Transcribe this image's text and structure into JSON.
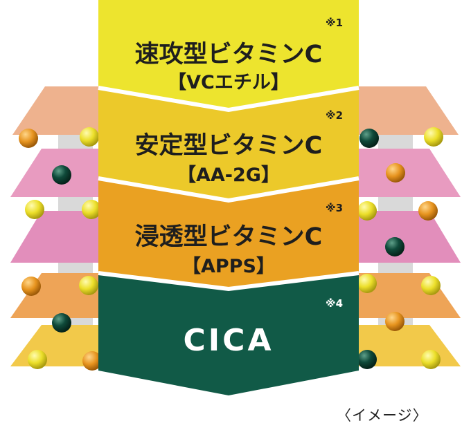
{
  "colors": {
    "layer_peach": "#eeb28e",
    "layer_pink": "#e89bc0",
    "layer_pink2": "#e28ebb",
    "layer_orange": "#eea457",
    "layer_yellow": "#f2c94a",
    "arrow_yellow": "#ede42e",
    "arrow_gold": "#ecc92a",
    "arrow_orange": "#eaa122",
    "arrow_green": "#115a47",
    "ball_yellow": "#ecdf2a",
    "ball_orange": "#e7941f",
    "ball_green": "#0f4a3a"
  },
  "arrows": [
    {
      "name": "速攻型ビタミンC",
      "sub": "【VCエチル】",
      "note": "※1"
    },
    {
      "name": "安定型ビタミンC",
      "sub": "【AA-2G】",
      "note": "※2"
    },
    {
      "name": "浸透型ビタミンC",
      "sub": "【APPS】",
      "note": "※3"
    },
    {
      "name": "CICA",
      "note": "※4"
    }
  ],
  "caption": "〈イメージ〉"
}
